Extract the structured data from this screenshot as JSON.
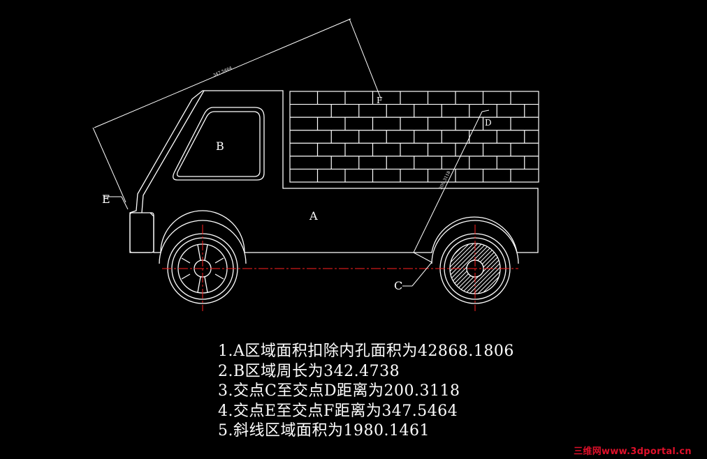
{
  "labels": {
    "A": "A",
    "B": "B",
    "C": "C",
    "D": "D",
    "E": "E",
    "F": "F"
  },
  "dimension_text": {
    "ef": "347.5464",
    "cd": "200.3118"
  },
  "notes": [
    "1.A区域面积扣除内孔面积为42868.1806",
    "2.B区域周长为342.4738",
    "3.交点C至交点D距离为200.3118",
    "4.交点E至交点F距离为347.5464",
    "5.斜线区域面积为1980.1461"
  ],
  "watermark": "三维网www.3dportal.cn",
  "colors": {
    "background": "#000000",
    "lines": "#ffffff",
    "centerlines": "#ff2020",
    "watermark": "#e0102a"
  }
}
